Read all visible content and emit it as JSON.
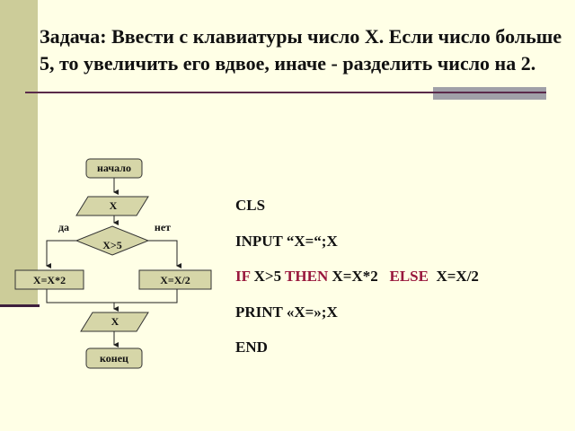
{
  "title": "Задача: Ввести с клавиатуры число X. Если  число больше 5, то увеличить его вдвое, иначе - разделить число на 2.",
  "flowchart": {
    "start": "начало",
    "input": "X",
    "yes": "да",
    "no": "нет",
    "condition": "X>5",
    "then_block": "X=X*2",
    "else_block": "X=X/2",
    "output": "X",
    "end": "конец"
  },
  "code": {
    "line1": "CLS",
    "line2": "INPUT “X=“;X",
    "if": "IF",
    "cond": " X>5 ",
    "then": "THEN",
    "then_stmt": " X=X*2  ",
    "else": " ELSE",
    "else_stmt": "  X=X/2",
    "line4": "PRINT «X=»;X",
    "line5": "END"
  },
  "colors": {
    "keyword": "#99183d",
    "background": "#ffffe6",
    "sidebar": "#cccc99",
    "shape_fill": "#d6d6a8"
  }
}
